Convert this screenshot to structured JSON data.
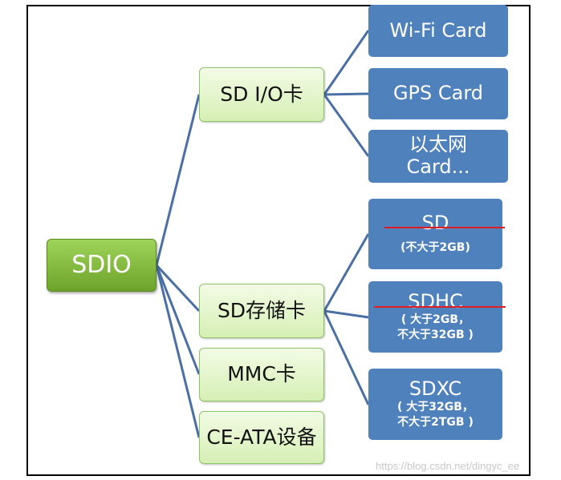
{
  "root": {
    "label": "SDIO"
  },
  "branches": [
    {
      "id": "sdio-card",
      "label": "SD I/O卡"
    },
    {
      "id": "sd-storage",
      "label": "SD存储卡"
    },
    {
      "id": "mmc",
      "label": "MMC卡"
    },
    {
      "id": "ce-ata",
      "label": "CE-ATA设备"
    }
  ],
  "leaves": {
    "wifi": {
      "title": "Wi-Fi Card"
    },
    "gps": {
      "title": "GPS Card"
    },
    "ethernet": {
      "line1": "以太网",
      "line2": "Card..."
    },
    "sd": {
      "title": "SD",
      "note": "(不大于2GB)"
    },
    "sdhc": {
      "title": "SDHC",
      "note1": "( 大于2GB，",
      "note2": "不大于32GB )"
    },
    "sdxc": {
      "title": "SDXC",
      "note1": "( 大于32GB，",
      "note2": "不大于2TGB )"
    }
  },
  "watermark": "https://blog.csdn.net/dingyc_ee",
  "colors": {
    "root_fill": "#7fb83a",
    "branch_fill": "#e4f5cc",
    "leaf_fill": "#4f81bd",
    "connector": "#4a6fa5",
    "strike": "#e31b23"
  }
}
